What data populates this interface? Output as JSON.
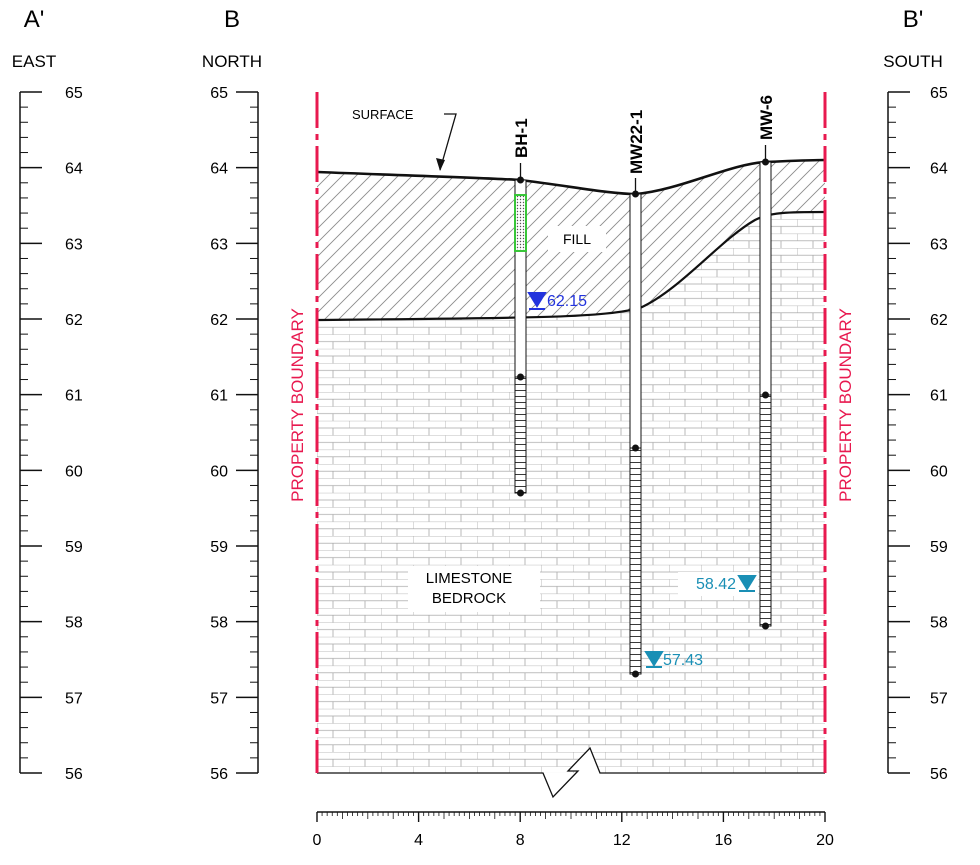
{
  "sections": {
    "a_prime": {
      "letter": "A'",
      "direction": "EAST"
    },
    "b": {
      "letter": "B",
      "direction": "NORTH"
    },
    "b_prime": {
      "letter": "B'",
      "direction": "SOUTH"
    }
  },
  "elevation_scale": {
    "min": 56,
    "max": 65,
    "step": 1,
    "labels": [
      "65",
      "64",
      "63",
      "62",
      "61",
      "60",
      "59",
      "58",
      "57",
      "56"
    ]
  },
  "distance_scale": {
    "min": 0,
    "max": 20,
    "step": 4,
    "labels": [
      "0",
      "4",
      "8",
      "12",
      "16",
      "20"
    ]
  },
  "property_boundary_label": "PROPERTY BOUNDARY",
  "layers": {
    "surface_label": "SURFACE",
    "fill_label": "FILL",
    "bedrock_label_line1": "LIMESTONE",
    "bedrock_label_line2": "BEDROCK"
  },
  "wells": [
    {
      "name": "BH-1",
      "distance": 8.1,
      "ground": 63.83,
      "screen_top": 61.25,
      "bottom": 59.7,
      "water_level": "62.15",
      "water_elev": 62.15,
      "water_color": "#2233dd"
    },
    {
      "name": "MW22-1",
      "distance": 12.7,
      "ground": 63.65,
      "screen_top": 60.3,
      "bottom": 57.3,
      "water_level": "57.43",
      "water_elev": 57.43,
      "water_color": "#1a8fb5"
    },
    {
      "name": "MW-6",
      "distance": 17.8,
      "ground": 64.08,
      "screen_top": 61.0,
      "bottom": 57.95,
      "water_level": "58.42",
      "water_elev": 58.42,
      "water_color": "#1a8fb5"
    }
  ],
  "colors": {
    "boundary": "#e8194f",
    "sample": "#39c639"
  }
}
